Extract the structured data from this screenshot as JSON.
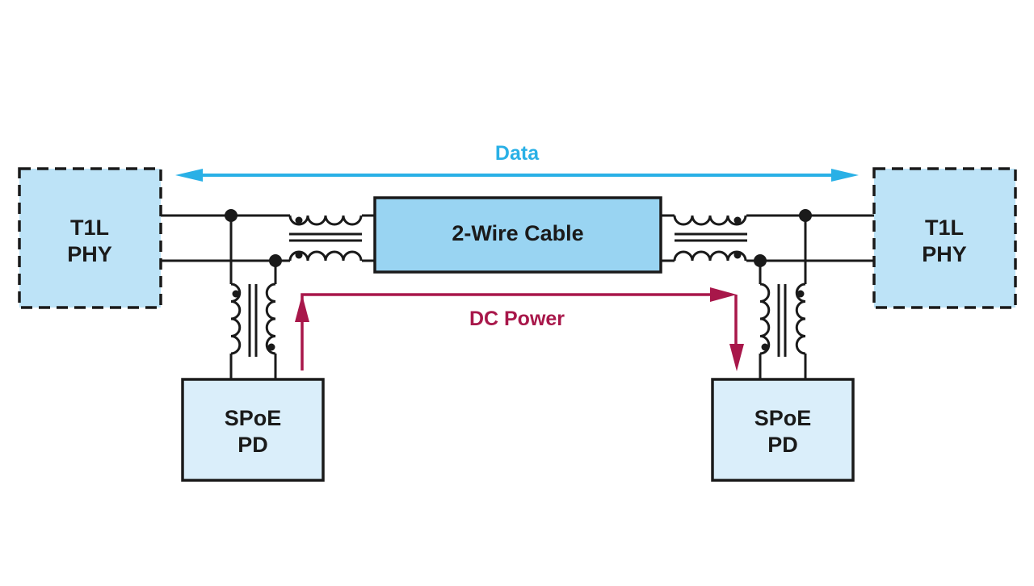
{
  "diagram": {
    "title": "SPoE over 2-wire T1L link",
    "blocks": {
      "left_phy": {
        "line1": "T1L",
        "line2": "PHY"
      },
      "right_phy": {
        "line1": "T1L",
        "line2": "PHY"
      },
      "cable": {
        "label": "2-Wire Cable"
      },
      "left_pd": {
        "line1": "SPoE",
        "line2": "PD"
      },
      "right_pd": {
        "line1": "SPoE",
        "line2": "PD"
      }
    },
    "flows": {
      "data": {
        "label": "Data",
        "direction": "bidirectional"
      },
      "power": {
        "label": "DC Power",
        "direction": "left-to-right"
      }
    },
    "colors": {
      "phy_fill": "#bde3f7",
      "cable_fill": "#99d4f2",
      "pd_fill": "#daeefa",
      "wire": "#1a1a1a",
      "data_accent": "#29b0e6",
      "power_accent": "#a8174a"
    }
  }
}
